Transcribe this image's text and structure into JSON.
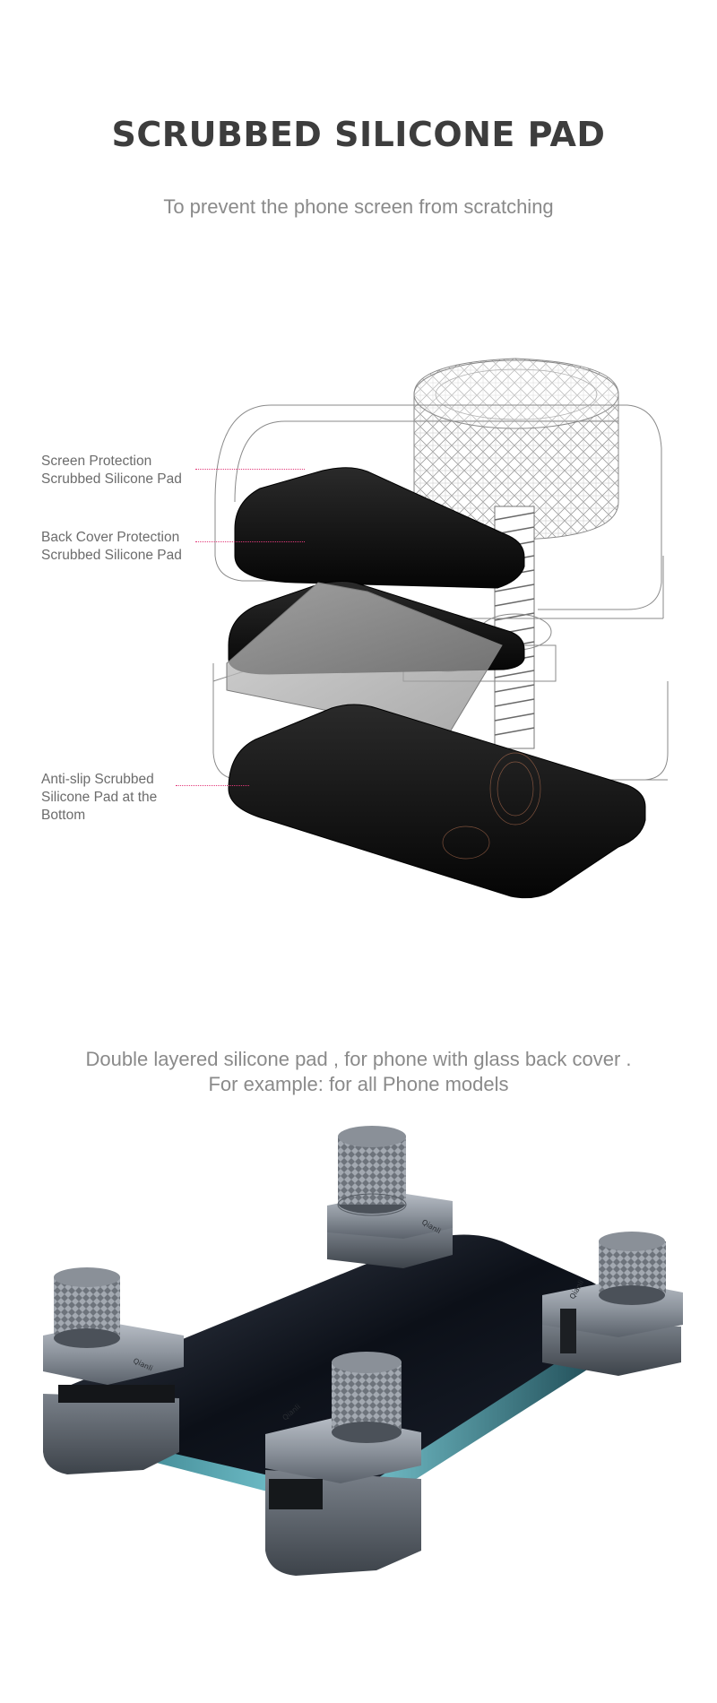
{
  "header": {
    "title": "SCRUBBED SILICONE PAD",
    "subtitle": "To prevent the phone screen from scratching"
  },
  "diagram": {
    "labels": [
      {
        "lines": [
          "Screen Protection",
          "Scrubbed Silicone Pad"
        ]
      },
      {
        "lines": [
          "Back Cover Protection",
          "Scrubbed Silicone Pad"
        ]
      },
      {
        "lines": [
          "Anti-slip Scrubbed",
          "Silicone Pad at the",
          "Bottom"
        ]
      }
    ],
    "leader_color": "#e23a7a"
  },
  "caption": {
    "line1": "Double layered silicone pad , for  phone with glass back cover .",
    "line2": "For example: for all Phone models"
  },
  "product_photo": {
    "brand_mark": "Qianli"
  }
}
